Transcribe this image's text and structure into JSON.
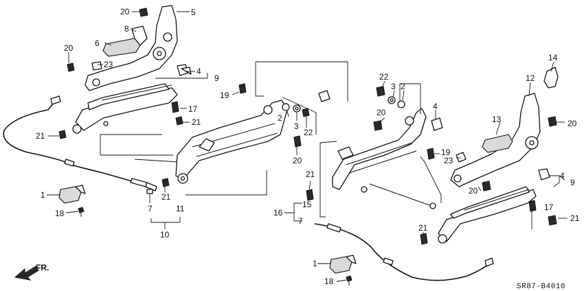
{
  "diagram": {
    "code": "SR87-B4010",
    "direction_label": "FR.",
    "callouts": {
      "left_assembly": [
        "20",
        "5",
        "8",
        "6",
        "20",
        "23",
        "4",
        "9",
        "19",
        "17",
        "21",
        "21",
        "2",
        "3",
        "22",
        "20",
        "21",
        "11",
        "7",
        "10",
        "1",
        "18"
      ],
      "right_assembly": [
        "22",
        "3",
        "2",
        "14",
        "12",
        "4",
        "13",
        "20",
        "20",
        "19",
        "23",
        "4",
        "9",
        "20",
        "21",
        "16",
        "15",
        "7",
        "17",
        "21",
        "21",
        "1",
        "18"
      ]
    }
  }
}
